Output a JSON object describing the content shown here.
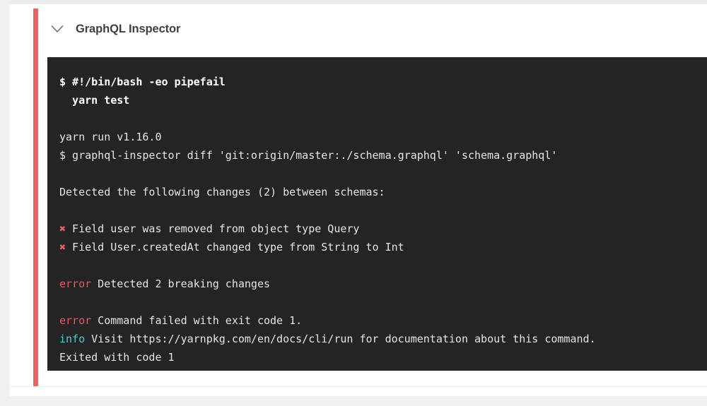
{
  "page": {
    "background_color": "#f1f1f1",
    "card_background": "#ffffff",
    "accent_color": "#ef6461"
  },
  "header": {
    "chevron_icon": "chevron-down-icon",
    "title": "GraphQL Inspector"
  },
  "terminal": {
    "background_color": "#242424",
    "text_color": "#e8e8e8",
    "error_color": "#e8565b",
    "info_color": "#4ec8d4",
    "cross_color": "#ef5f5f",
    "cross_glyph": "✖",
    "lines": [
      {
        "type": "command",
        "text": "$ #!/bin/bash -eo pipefail"
      },
      {
        "type": "command",
        "text": "  yarn test"
      },
      {
        "type": "spacer",
        "text": ""
      },
      {
        "type": "plain",
        "text": "yarn run v1.16.0"
      },
      {
        "type": "plain",
        "text": "$ graphql-inspector diff 'git:origin/master:./schema.graphql' 'schema.graphql'"
      },
      {
        "type": "spacer",
        "text": ""
      },
      {
        "type": "plain",
        "text": "Detected the following changes (2) between schemas:"
      },
      {
        "type": "spacer",
        "text": ""
      },
      {
        "type": "cross",
        "text": "Field user was removed from object type Query"
      },
      {
        "type": "cross",
        "text": "Field User.createdAt changed type from String to Int"
      },
      {
        "type": "spacer",
        "text": ""
      },
      {
        "type": "error",
        "label": "error",
        "text": " Detected 2 breaking changes"
      },
      {
        "type": "spacer",
        "text": ""
      },
      {
        "type": "error",
        "label": "error",
        "text": " Command failed with exit code 1."
      },
      {
        "type": "info",
        "label": "info",
        "text": " Visit https://yarnpkg.com/en/docs/cli/run for documentation about this command."
      },
      {
        "type": "plain",
        "text": "Exited with code 1"
      }
    ]
  }
}
